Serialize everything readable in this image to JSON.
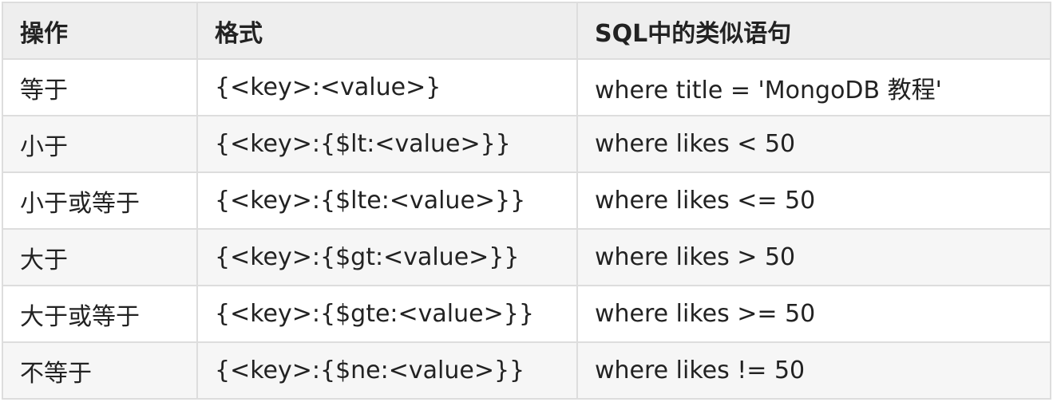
{
  "table": {
    "headers": [
      "操作",
      "格式",
      "SQL中的类似语句"
    ],
    "rows": [
      [
        "等于",
        "{<key>:<value>}",
        "where title = 'MongoDB 教程'"
      ],
      [
        "小于",
        "{<key>:{$lt:<value>}}",
        "where likes < 50"
      ],
      [
        "小于或等于",
        "{<key>:{$lte:<value>}}",
        "where likes <= 50"
      ],
      [
        "大于",
        "{<key>:{$gt:<value>}}",
        "where likes > 50"
      ],
      [
        "大于或等于",
        "{<key>:{$gte:<value>}}",
        "where likes >= 50"
      ],
      [
        "不等于",
        "{<key>:{$ne:<value>}}",
        "where likes != 50"
      ]
    ]
  },
  "colors": {
    "header_bg": "#eeeeee",
    "row_alt_bg": "#f6f6f6",
    "border": "#dddddd",
    "text": "#222222"
  }
}
